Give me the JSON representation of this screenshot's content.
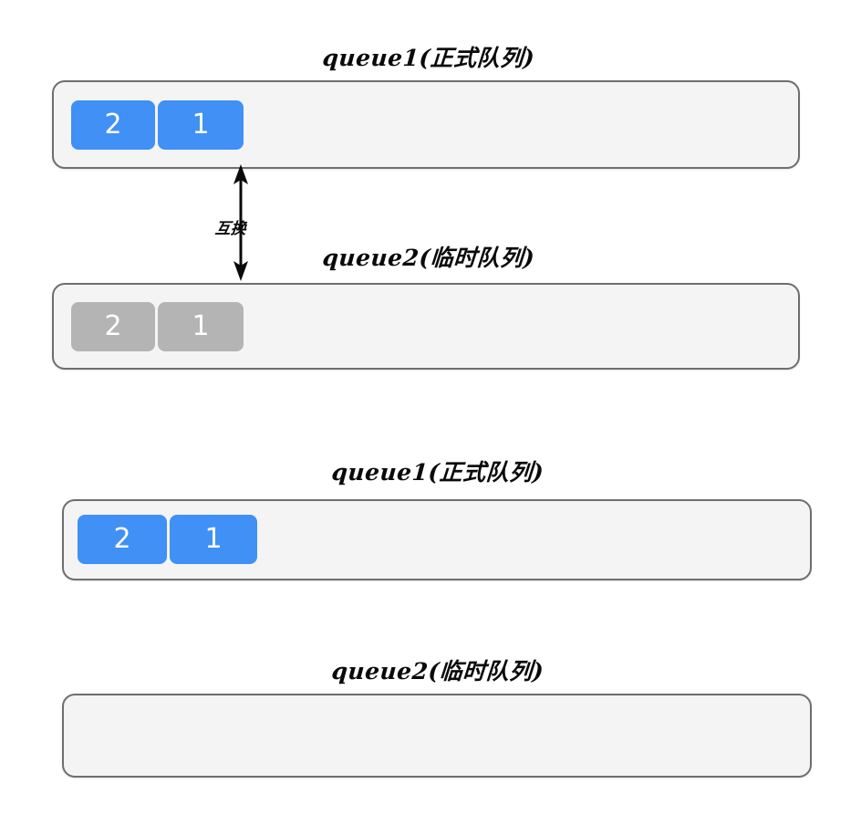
{
  "diagram": {
    "type": "queue-swap-illustration",
    "background_color": "#ffffff",
    "palette": {
      "box_fill": "#f4f4f4",
      "box_border": "#6e6e6e",
      "cell_active": "#4090f5",
      "cell_inactive": "#b4b4b4",
      "cell_text": "#ffffff",
      "ink": "#0a0a0a"
    },
    "sections": [
      {
        "id": "before-swap",
        "queues": [
          {
            "id": "queue1-top",
            "title": "queue1(正式队列)",
            "style": "active",
            "cells": [
              "2",
              "1"
            ]
          },
          {
            "id": "queue2-top",
            "title": "queue2(临时队列)",
            "style": "inactive",
            "cells": [
              "2",
              "1"
            ]
          }
        ],
        "annotation": {
          "id": "swap-annotation",
          "label": "互换",
          "arrow": "double-headed-vertical"
        }
      },
      {
        "id": "after-swap",
        "queues": [
          {
            "id": "queue1-bottom",
            "title": "queue1(正式队列)",
            "style": "active",
            "cells": [
              "2",
              "1"
            ]
          },
          {
            "id": "queue2-bottom",
            "title": "queue2(临时队列)",
            "style": "empty",
            "cells": []
          }
        ]
      }
    ]
  }
}
